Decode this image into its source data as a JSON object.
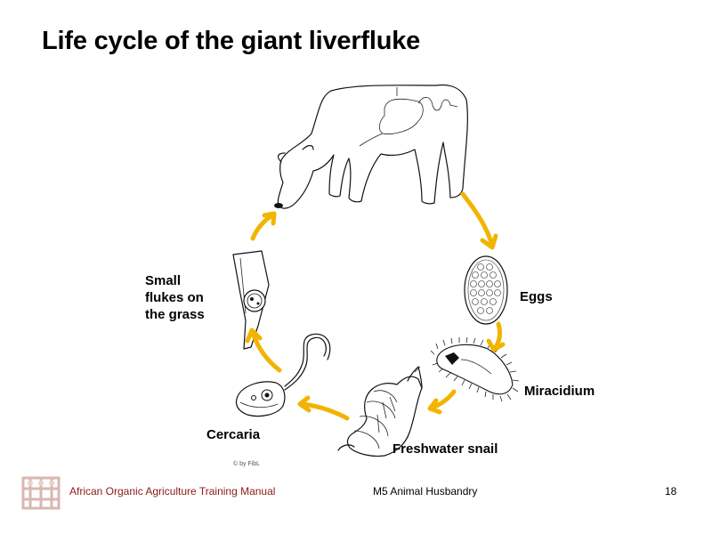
{
  "title": "Life cycle of the giant liverfluke",
  "stages": {
    "eggs": "Eggs",
    "miracidium": "Miracidium",
    "snail": "Freshwater snail",
    "cercaria": "Cercaria",
    "flukes_line1": "Small",
    "flukes_line2": "flukes on",
    "flukes_line3": "the grass"
  },
  "copyright": "© by FibL",
  "footer": {
    "manual": "African Organic Agriculture Training Manual",
    "module": "M5 Animal Husbandry",
    "page": "18"
  },
  "colors": {
    "arrow": "#f2b400",
    "footer_text": "#8b1a1a"
  },
  "icons": [
    "cow-icon",
    "egg-icon",
    "miracidium-icon",
    "snail-icon",
    "cercaria-icon",
    "grass-blade-icon",
    "logo-icon"
  ]
}
